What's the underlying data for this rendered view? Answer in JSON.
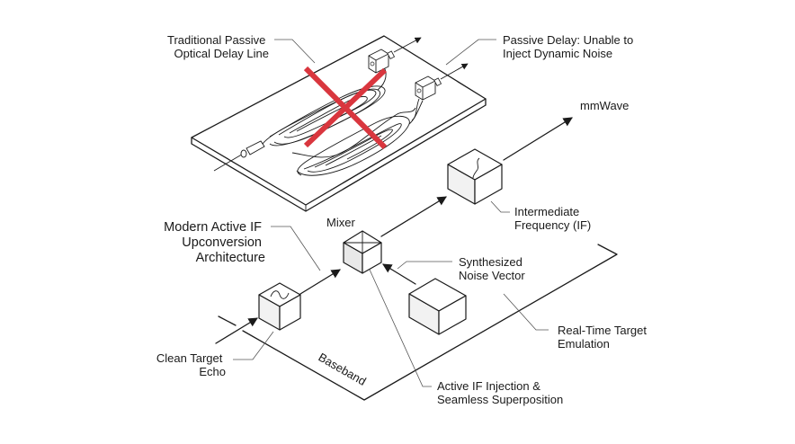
{
  "diagram": {
    "title": "Passive optical delay vs. active IF upconversion target emulation",
    "colors": {
      "ink": "#1a1a1a",
      "rejection_cross": "#d9363e",
      "background": "#ffffff"
    },
    "passive_section": {
      "label_delay_line": [
        "Traditional Passive",
        "Optical Delay Line"
      ],
      "label_limitation": [
        "Passive Delay: Unable to",
        "Inject Dynamic Noise"
      ],
      "status": "rejected",
      "status_icon": "red-x-icon"
    },
    "active_section": {
      "architecture_label": [
        "Modern Active IF",
        "Upconversion",
        "Architecture"
      ],
      "mixer_label": "Mixer",
      "output_label": "mmWave",
      "if_block_label": [
        "Intermediate",
        "Frequency (IF)"
      ],
      "noise_label": [
        "Synthesized",
        "Noise Vector"
      ],
      "emulation_label": [
        "Real-Time Target",
        "Emulation"
      ],
      "echo_label": [
        "Clean Target",
        "Echo"
      ],
      "injection_label": [
        "Active IF Injection &",
        "Seamless Superposition"
      ],
      "plane_label": "Baseband"
    }
  }
}
